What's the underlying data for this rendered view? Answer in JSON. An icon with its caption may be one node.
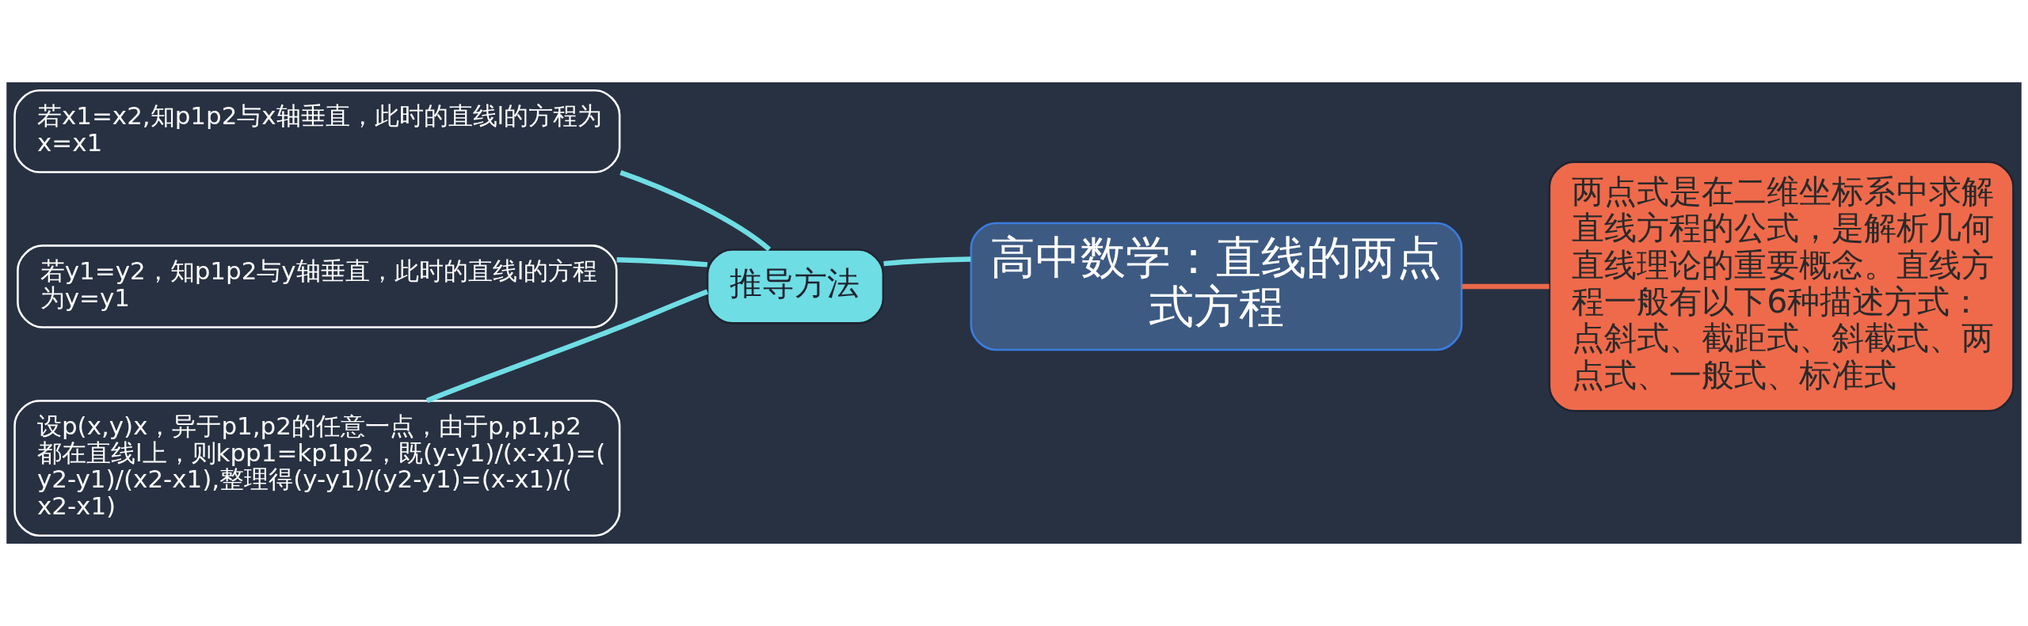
{
  "diagram": {
    "nodes": [
      {
        "text": [
          "高中数学：直线的两点式方程"
        ]
      },
      {
        "text": [
          "推导方法"
        ]
      },
      {
        "text": [
          "若x1=x2,知p1p2与x轴垂直，此时的直线l的方程为x=x1"
        ]
      },
      {
        "text": [
          "若y1=y2，知p1p2与y轴垂直，此时的直线l的方程为y=y1"
        ]
      },
      {
        "text": [
          "设p(x,y)x，异于p1,p2的任意一点，由于p,p1,p2都在直线l上，则kpp1=kp1p2，既(y-y1)/(x-x1)=(y2-y1)/(x2-x1),整理得(y-y1)/(y2-y1)=(x-x1)/(x2-x1)"
        ]
      },
      {
        "text": [
          "两点式是在二维坐标系中求解直线方程的公式，是解析几何直线理论的重要概念。直线方程一般有以下6种描述方式：点斜式、截距式、斜截式、两点式、一般式、标准式"
        ]
      }
    ],
    "edges": [
      {
        "from": 0,
        "to": 1,
        "arrow": "none"
      },
      {
        "from": 1,
        "to": 2,
        "arrow": "none"
      },
      {
        "from": 1,
        "to": 3,
        "arrow": "none"
      },
      {
        "from": 1,
        "to": 4,
        "arrow": "none"
      },
      {
        "from": 0,
        "to": 5,
        "arrow": "none",
        "color": "#e8694a"
      }
    ]
  }
}
